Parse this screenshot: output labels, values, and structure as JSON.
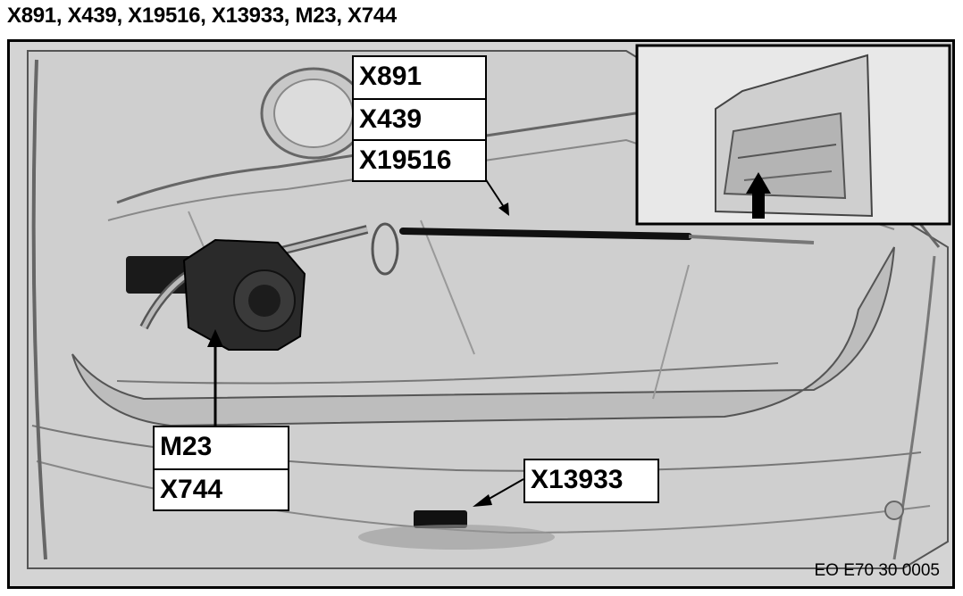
{
  "title": "X891, X439, X19516, X13933, M23, X744",
  "callouts": {
    "top": [
      "X891",
      "X439",
      "X19516"
    ],
    "left": [
      "M23",
      "X744"
    ],
    "bottom": "X13933"
  },
  "reference": "EO E70 30 0005"
}
